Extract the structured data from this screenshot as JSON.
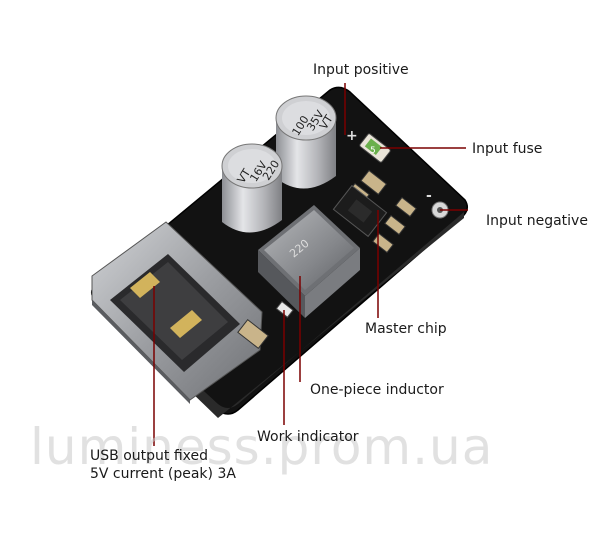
{
  "labels": {
    "input_positive": "Input positive",
    "input_fuse": "Input fuse",
    "input_negative": "Input negative",
    "master_chip": "Master chip",
    "one_piece_inductor": "One-piece inductor",
    "work_indicator": "Work indicator",
    "usb_output_line1": "USB output fixed",
    "usb_output_line2": "5V current (peak) 3A"
  },
  "board_markings": {
    "cap_large_value": "100",
    "cap_large_voltage": "35V",
    "cap_large_series": "VT",
    "cap_small_value": "220",
    "cap_small_voltage": "16V",
    "cap_small_series": "VT",
    "fuse_marking": "5",
    "input_plus_sign": "+",
    "input_minus_sign": "-"
  },
  "watermark": "luminess.prom.ua",
  "colors": {
    "pcb": "#121212",
    "leader_line": "#7a0000",
    "text": "#1a1a1a",
    "capacitor": "#b9b9bd",
    "usb_metal": "#a9abae",
    "inductor": "#8d8f92"
  }
}
